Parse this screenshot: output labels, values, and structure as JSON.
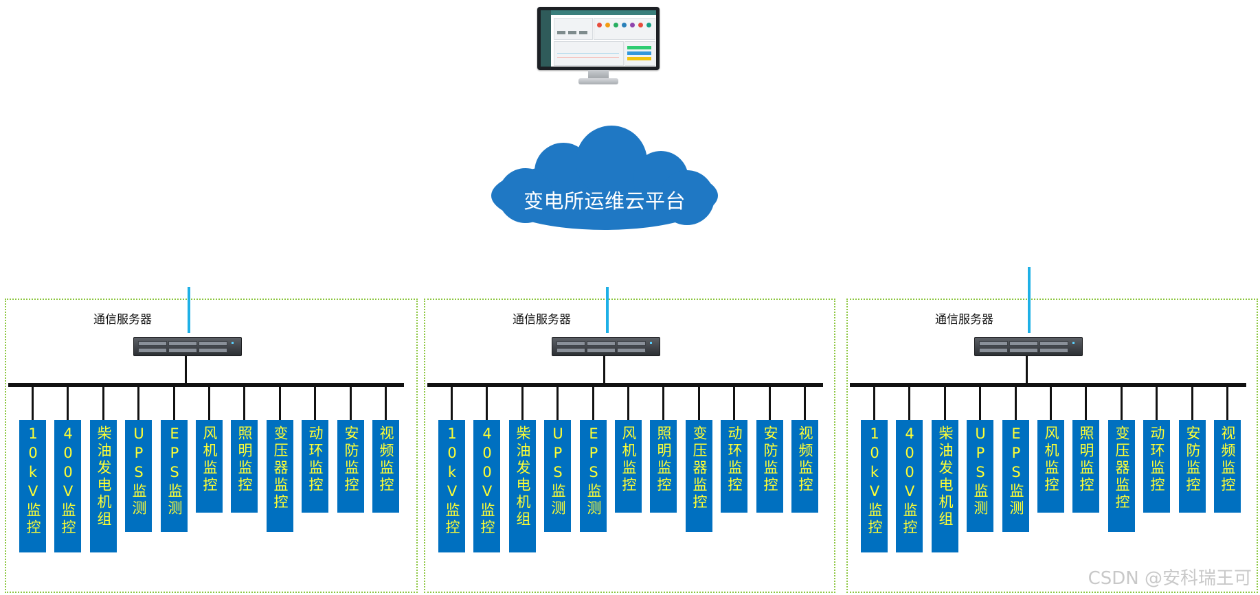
{
  "cloud": {
    "title": "变电所运维云平台",
    "color": "#1f78c4"
  },
  "groups": [
    {
      "server_label": "通信服务器",
      "modules": [
        "10kV监控",
        "400V监控",
        "柴油发电机组",
        "UPS监测",
        "EPS监测",
        "风机监控",
        "照明监控",
        "变压器监控",
        "动环监控",
        "安防监控",
        "视频监控"
      ]
    },
    {
      "server_label": "通信服务器",
      "modules": [
        "10kV监控",
        "400V监控",
        "柴油发电机组",
        "UPS监测",
        "EPS监测",
        "风机监控",
        "照明监控",
        "变压器监控",
        "动环监控",
        "安防监控",
        "视频监控"
      ]
    },
    {
      "server_label": "通信服务器",
      "modules": [
        "10kV监控",
        "400V监控",
        "柴油发电机组",
        "UPS监测",
        "EPS监测",
        "风机监控",
        "照明监控",
        "变压器监控",
        "动环监控",
        "安防监控",
        "视频监控"
      ]
    }
  ],
  "colors": {
    "module_fill": "#0070c0",
    "module_text": "#ffff33",
    "uplink": "#1eb0e6",
    "group_border": "#8cc63f"
  },
  "watermark": "CSDN @安科瑞王可"
}
